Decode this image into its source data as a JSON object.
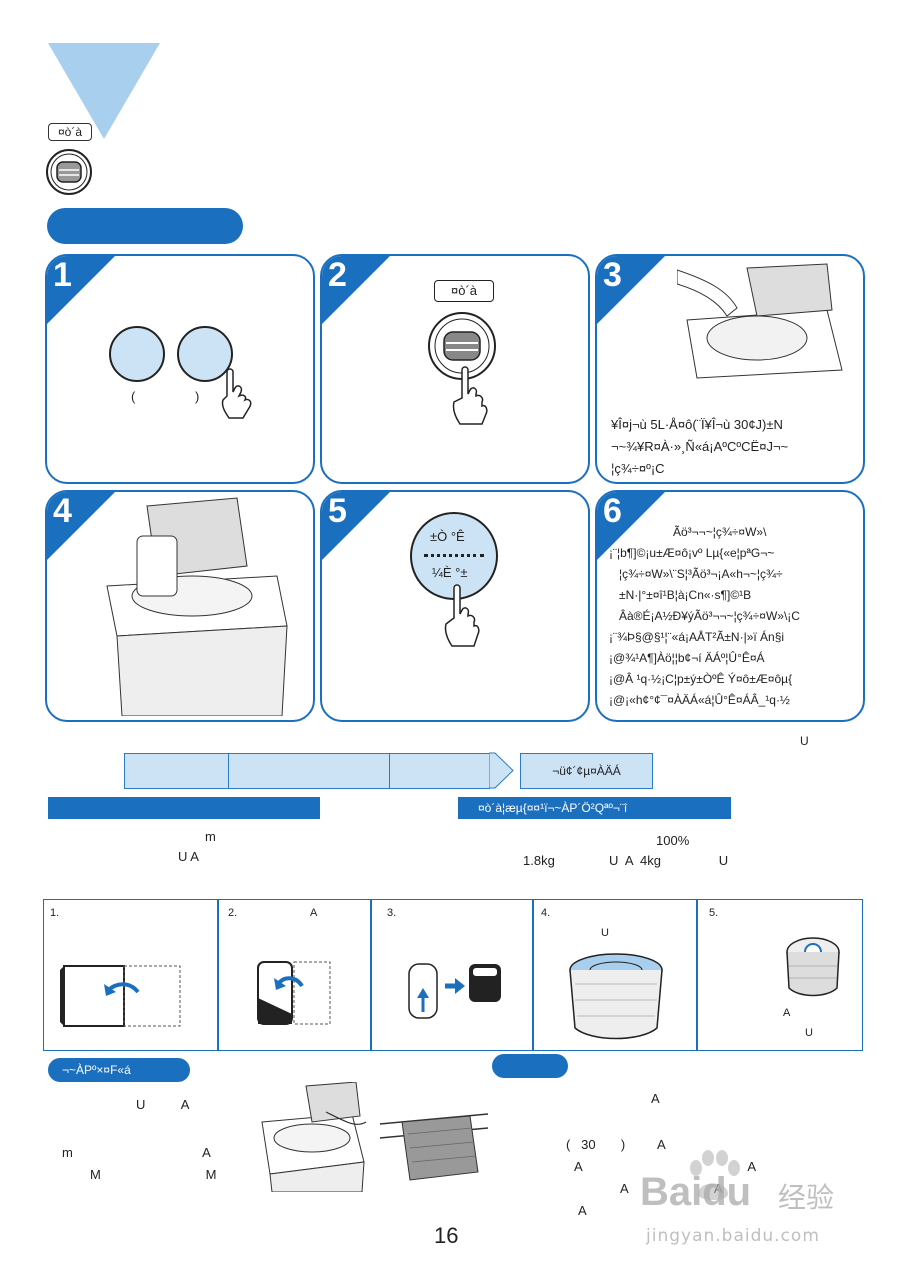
{
  "header": {
    "mode_label": "¤ò´à",
    "colors": {
      "accent": "#1b6fbf",
      "light_blue": "#a8d0ee",
      "pale_blue": "#cce3f5"
    }
  },
  "steps": [
    {
      "num": "1",
      "paren_open": "(",
      "paren_close": ")"
    },
    {
      "num": "2",
      "button_label": "¤ò´à"
    },
    {
      "num": "3",
      "lines": [
        "¥Î¤j¬ù  5L·Å¤ô(¨Ï¥Î¬ù   30¢J)±N",
        "¬~¾¥R¤À·»¸Ñ«á¡AºCºC­Ë¤J¬~",
        "¦ç¾÷¤º¡C"
      ]
    },
    {
      "num": "4"
    },
    {
      "num": "5",
      "top_label": "±Ò °Ê",
      "bottom_label": "¼È °±"
    },
    {
      "num": "6",
      "lines": [
        "Ãö³¬¬~¦ç¾÷¤W»\\",
        "¡¨¦b¶]©¡u±Æ¤ô¡vº Lµ{«e¦pªG¬~",
        "¦ç¾÷¤W»\\¨S¦³Ãö³¬¡A«h¬~¦ç¾÷",
        "±N·|°±¤î¹B¦à¡C­n­«·s¶]©¹B",
        "Âà®É¡A½Ð¥ýÃö³¬¬~¦ç¾÷¤W»\\¡C",
        "¡¨¾Þ§@§¹¦¨«á¡AÅT²Ã±N·|»ï Án§i",
        "¡@¾¹A¶]Àö¦¦b¢¬í ÄÁº¦Û°Ê¤Á",
        "¡@Â ¹q·½¡C¦p±ý±ÒºÊ Ý¤ô±Æ¤ôµ{",
        "¡@¡«h¢°¢¯¤ÀÄÁ«á¦Û°Ê¤ÁÂ_¹q·½"
      ]
    }
  ],
  "stray_u": "U",
  "flow": {
    "last_label": "¬ü¢´¢µ¤ÀÄÁ"
  },
  "section_bar_right": "¤ò´à¦æµ{¤¤¹ï¬~ÀP´Ö²Qªº¬­¨î",
  "notes_left": {
    "m": "m",
    "ua": "U  A"
  },
  "notes_right": {
    "pct": "100%",
    "weight_line": "1.8kg               U  A  4kg                U"
  },
  "fold_steps": [
    {
      "label": "1."
    },
    {
      "label": "2.",
      "suffix": "A"
    },
    {
      "label": "3."
    },
    {
      "label": "4.",
      "sub": "U"
    },
    {
      "label": "5.",
      "a": "A",
      "u": "U"
    }
  ],
  "bottom_left": {
    "pill": "¬~ÀPº×¤F«á",
    "lines": [
      {
        "text": "U          A"
      },
      {
        "text": "m                                    A"
      },
      {
        "text": "M                             M"
      }
    ]
  },
  "bottom_right": {
    "lines": [
      {
        "text": "A"
      },
      {
        "text": "(   30       )         A"
      },
      {
        "text": "A                                              A"
      },
      {
        "text": "A                        A"
      },
      {
        "text": "A"
      }
    ]
  },
  "page_number": "16",
  "watermark": {
    "brand": "Bai",
    "brand2": "du",
    "cn": "经验",
    "url": "jingyan.baidu.com"
  }
}
